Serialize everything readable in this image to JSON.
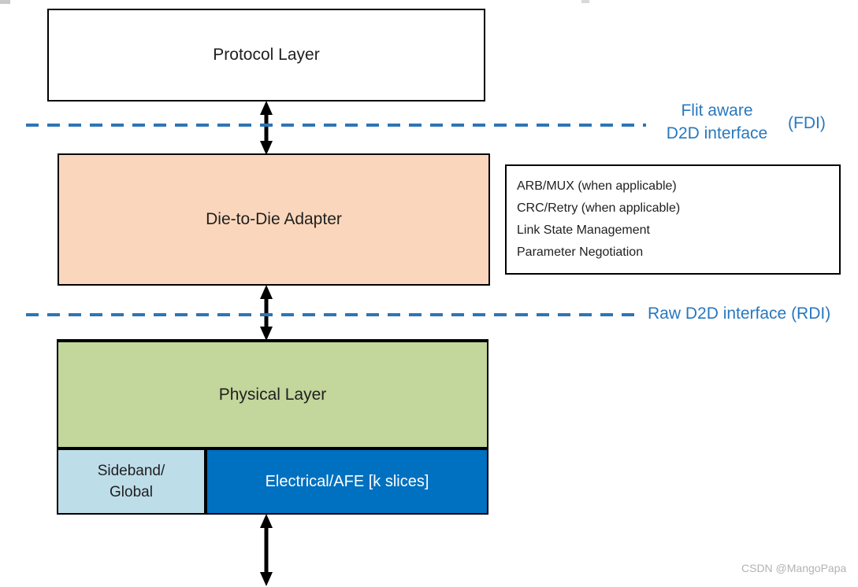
{
  "diagram": {
    "protocol_layer": {
      "label": "Protocol Layer",
      "fill": "#ffffff"
    },
    "fdi_interface": {
      "line1": "Flit aware",
      "line2": "D2D interface",
      "tag": "(FDI)",
      "color": "#2e75b6"
    },
    "d2d_adapter": {
      "label": "Die-to-Die Adapter",
      "fill": "#fad7bc"
    },
    "adapter_functions": {
      "lines": [
        "ARB/MUX (when applicable)",
        "CRC/Retry (when applicable)",
        "Link State Management",
        "Parameter Negotiation"
      ]
    },
    "rdi_interface": {
      "label": "Raw D2D interface (RDI)",
      "color": "#2e75b6"
    },
    "physical_layer": {
      "label": "Physical Layer",
      "fill": "#c3d69b"
    },
    "sideband_global": {
      "line1": "Sideband/",
      "line2": "Global",
      "fill": "#bddde9"
    },
    "electrical_afe": {
      "label": "Electrical/AFE [k slices]",
      "fill": "#0070c0"
    }
  },
  "watermark": "CSDN @MangoPapa"
}
